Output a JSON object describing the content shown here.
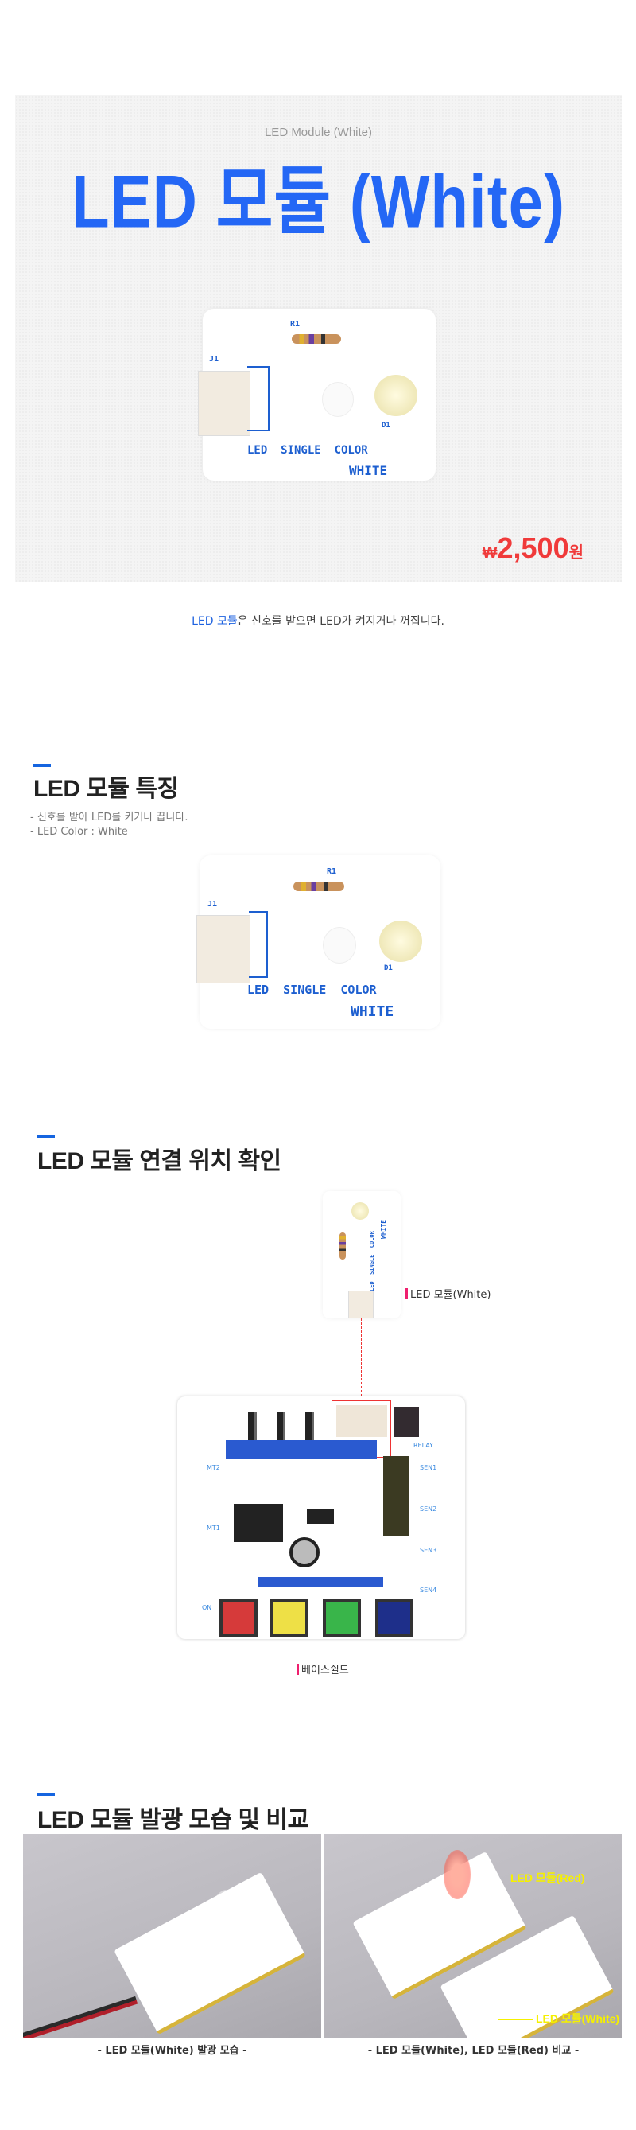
{
  "hero": {
    "subtitle": "LED Module (White)",
    "title": "LED 모듈 (White)",
    "price_currency": "₩",
    "price_value": "2,500",
    "price_unit": "원"
  },
  "pcb": {
    "j1": "J1",
    "r1": "R1",
    "d1": "D1",
    "line1": "LED  SINGLE  COLOR",
    "line2": "WHITE"
  },
  "description": {
    "highlight": "LED 모듈",
    "rest": "은 신호를 받으면 LED가 켜지거나 꺼집니다."
  },
  "section1": {
    "title": "LED 모듈 특징",
    "bullets": [
      "- 신호를 받아 LED를 키거나 끕니다.",
      "- LED Color : White"
    ]
  },
  "section2": {
    "title": "LED 모듈 연결 위치 확인",
    "module_label": "LED 모듈(White)",
    "board_label": "베이스쉴드",
    "board_text": {
      "relay": "RELAY",
      "mt1": "MT1",
      "mt2": "MT2",
      "sen1": "SEN1",
      "sen2": "SEN2",
      "sen3": "SEN3",
      "sen4": "SEN4",
      "on": "ON"
    }
  },
  "section3": {
    "title": "LED 모듈 발광 모습 및 비교",
    "caption_left": "- LED 모듈(White) 발광 모습 -",
    "caption_right": "- LED 모듈(White), LED 모듈(Red) 비교 -",
    "tag_red": "LED 모듈(Red)",
    "tag_white": "LED 모듈(White)"
  },
  "colors": {
    "accent": "#1565e0",
    "title_blue": "#2467f5",
    "price_red": "#f03a3a",
    "label_pink": "#ef1f6e",
    "tag_yellow": "#f5f000"
  }
}
